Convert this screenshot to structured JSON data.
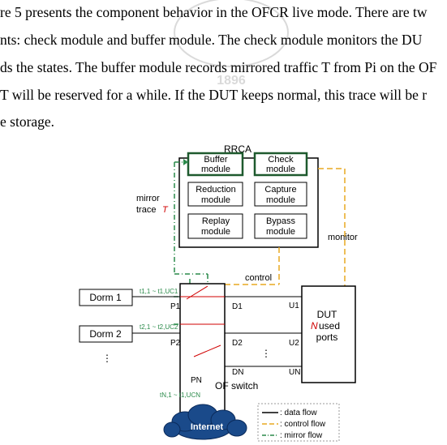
{
  "paragraph": {
    "lines": [
      "re 5 presents the component behavior in the OFCR live mode. There are tw",
      "nts: check module and buffer module. The check module monitors the DU",
      "ds the states. The buffer module records mirrored traffic T from Pi on the OF",
      "T will be reserved for a while. If the DUT keeps normal, this trace will be r",
      "e storage."
    ],
    "watermark_text": "1896"
  },
  "figure": {
    "rrca_label": "RRCA",
    "modules": [
      {
        "label": "Buffer module"
      },
      {
        "label": "Check module"
      },
      {
        "label": "Reduction module"
      },
      {
        "label": "Capture module"
      },
      {
        "label": "Replay module"
      },
      {
        "label": "Bypass module"
      }
    ],
    "mirror_label_1": "mirror",
    "mirror_label_2": "trace",
    "mirror_symbol": "T",
    "monitor_label": "monitor",
    "control_label": "control",
    "dorm1": "Dorm 1",
    "dorm2": "Dorm 2",
    "vdots": "⋮",
    "t1_label": "t1,1 ~ t1,UC1",
    "t2_label": "t2,1 ~ t2,UC2",
    "tn_label": "tN,1 ~ t1,UCN",
    "p1": "P1",
    "p2": "P2",
    "pn": "PN",
    "d1": "D1",
    "d2": "D2",
    "dn": "DN",
    "u1": "U1",
    "u2": "U2",
    "un": "UN",
    "switch_label": "OF switch",
    "dut_label_1": "DUT",
    "dut_label_n": "N",
    "dut_label_2": "used",
    "dut_label_3": "ports",
    "internet_label": "Internet",
    "legend": {
      "data_flow": ": data flow",
      "control_flow": ": control flow",
      "mirror_flow": ": mirror flow"
    },
    "colors": {
      "module_border": "#1e5a2e",
      "control": "#e8a820",
      "mirror": "#2a8a4a",
      "highlight": "#d00000",
      "cloud": "#1a4a8a"
    }
  }
}
